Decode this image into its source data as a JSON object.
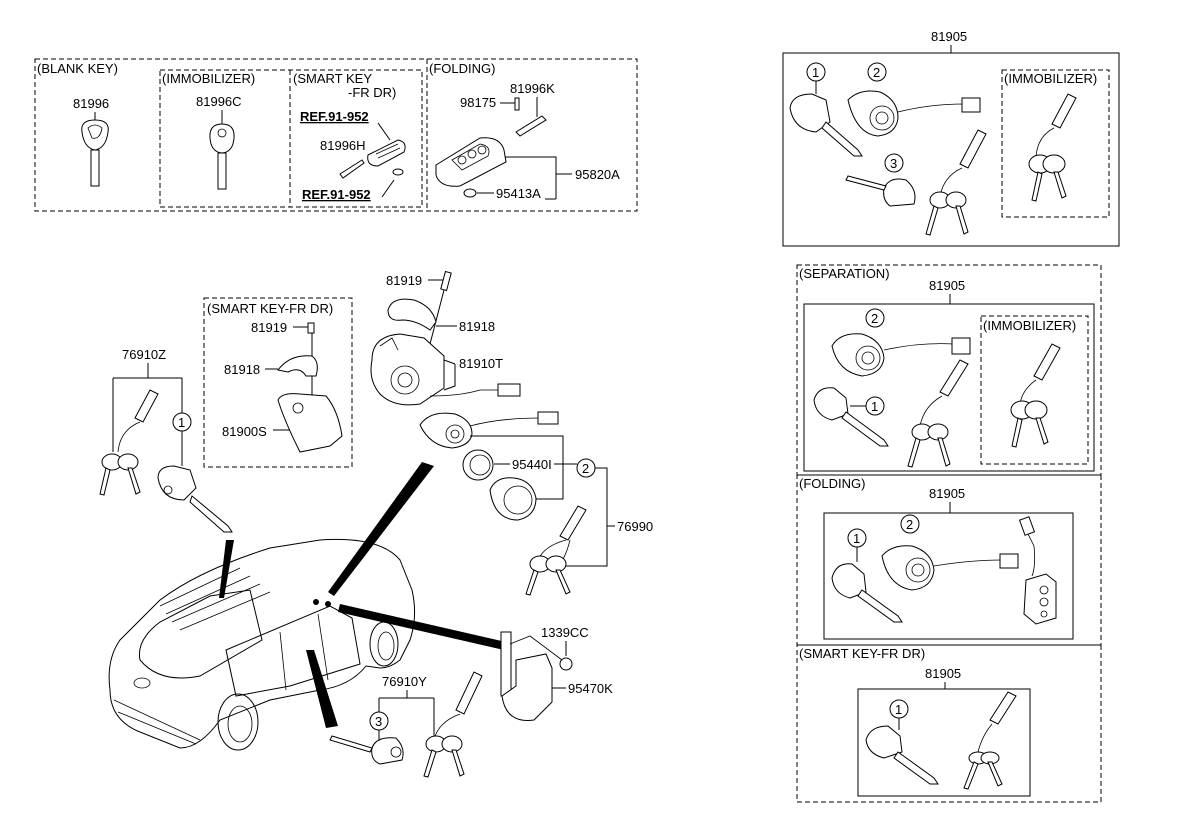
{
  "diagram": {
    "title": "Key & Cylinder Set Parts Diagram",
    "groups": {
      "blank_key": {
        "label": "(BLANK KEY)",
        "part": "81996"
      },
      "immobilizer_key": {
        "label": "(IMMOBILIZER)",
        "part": "81996C"
      },
      "smart_key": {
        "label_line1": "(SMART KEY",
        "label_line2": "-FR DR)",
        "ref_top": "REF.91-952",
        "ref_bottom": "REF.91-952",
        "part": "81996H"
      },
      "folding_key": {
        "label": "(FOLDING)",
        "parts": [
          "98175",
          "81996K",
          "95820A",
          "95413A"
        ]
      },
      "smart_key_fr_dr_lock": {
        "label": "(SMART KEY-FR DR)",
        "parts": [
          "81919",
          "81918",
          "81900S"
        ]
      },
      "ignition": {
        "parts": [
          "81919",
          "81918",
          "81910T",
          "95440I",
          "76990",
          "1339CC",
          "95470K"
        ]
      },
      "door_lock_front": {
        "part": "76910Z"
      },
      "door_lock_rear": {
        "part": "76910Y"
      }
    },
    "callouts": [
      "1",
      "2",
      "3"
    ],
    "kit_panels": [
      {
        "label": "",
        "part": "81905",
        "sub_label": "(IMMOBILIZER)"
      },
      {
        "label": "(SEPARATION)",
        "part": "81905",
        "sub_label": "(IMMOBILIZER)"
      },
      {
        "label": "(FOLDING)",
        "part": "81905",
        "sub_label": ""
      },
      {
        "label": "(SMART KEY-FR DR)",
        "part": "81905",
        "sub_label": ""
      }
    ]
  }
}
